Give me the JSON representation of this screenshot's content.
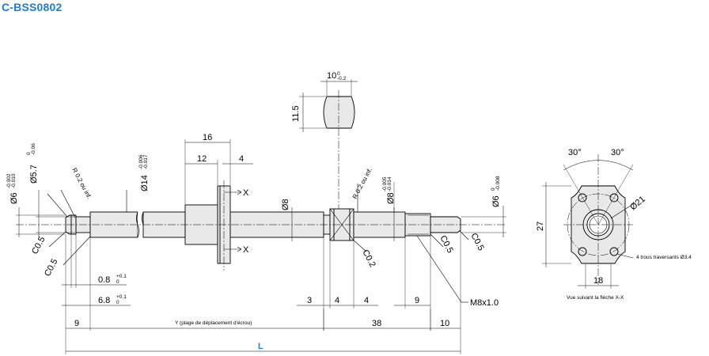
{
  "title": "C-BSS0802",
  "flat_view": {
    "width_label": "10",
    "width_tol_upper": "0",
    "width_tol_lower": "-0.2",
    "height_label": "11.5"
  },
  "shaft_dims": {
    "d16": "16",
    "d12": "12",
    "d4_top": "4",
    "dia57": "Ø5.7",
    "dia57_tol_upper": "0",
    "dia57_tol_lower": "-0.06",
    "dia6_left": "Ø6",
    "dia6_left_tol_upper": "-0.002",
    "dia6_left_tol_lower": "-0.010",
    "r02_left": "R 0.2 ou inf.",
    "dia14": "Ø14",
    "dia14_tol_upper": "-0.006",
    "dia14_tol_lower": "-0.017",
    "dia8": "Ø8",
    "r02_right": "R 0.2 ou inf.",
    "dia8_tol": "Ø8",
    "dia8_tol_upper": "-0.005",
    "dia8_tol_lower": "-0.014",
    "dia6_right": "Ø6",
    "dia6_right_tol_upper": "0",
    "dia6_right_tol_lower": "-0.008",
    "c05_a": "C0.5",
    "c05_b": "C0.5",
    "c02": "C0.2",
    "c05_c": "C0.5",
    "c05_d": "C0.5",
    "len08": "0.8",
    "len08_tol_upper": "+0.1",
    "len08_tol_lower": "0",
    "len68": "6.8",
    "len68_tol_upper": "+0.1",
    "len68_tol_lower": "0",
    "d3": "3",
    "d4a": "4",
    "d4b": "4",
    "d9_right": "9",
    "thread": "M8x1.0",
    "d9_left": "9",
    "y_label": "Y (plage de déplacement d'écrou)",
    "d38": "38",
    "d10": "10",
    "total": "L",
    "sec_x": "X"
  },
  "flange_view": {
    "angle_left": "30°",
    "angle_right": "30°",
    "dia21": "Ø21",
    "height27": "27",
    "holes_note": "4 trous traversants Ø3.4",
    "width18": "18",
    "caption": "Vue suivant la flèche X-X"
  }
}
